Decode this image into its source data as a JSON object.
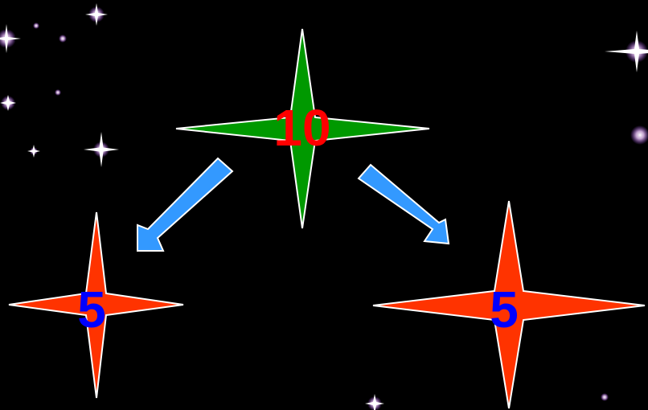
{
  "colors": {
    "background": "#000000",
    "top_star_fill": "#009900",
    "bottom_star_fill": "#ff3300",
    "star_outline": "#ffffff",
    "top_label": "#ff0000",
    "bottom_label": "#0000ff",
    "arrow_fill": "#3399ff",
    "arrow_outline": "#ffffff",
    "sparkle": "#f0d0ff"
  },
  "stars": {
    "top": {
      "label": "10",
      "icon": "four-point-star-icon"
    },
    "left": {
      "label": "5",
      "icon": "four-point-star-icon"
    },
    "right": {
      "label": "5",
      "icon": "four-point-star-icon"
    }
  },
  "arrows": {
    "left": {
      "icon": "arrow-down-left-icon"
    },
    "right": {
      "icon": "arrow-down-right-icon"
    }
  }
}
